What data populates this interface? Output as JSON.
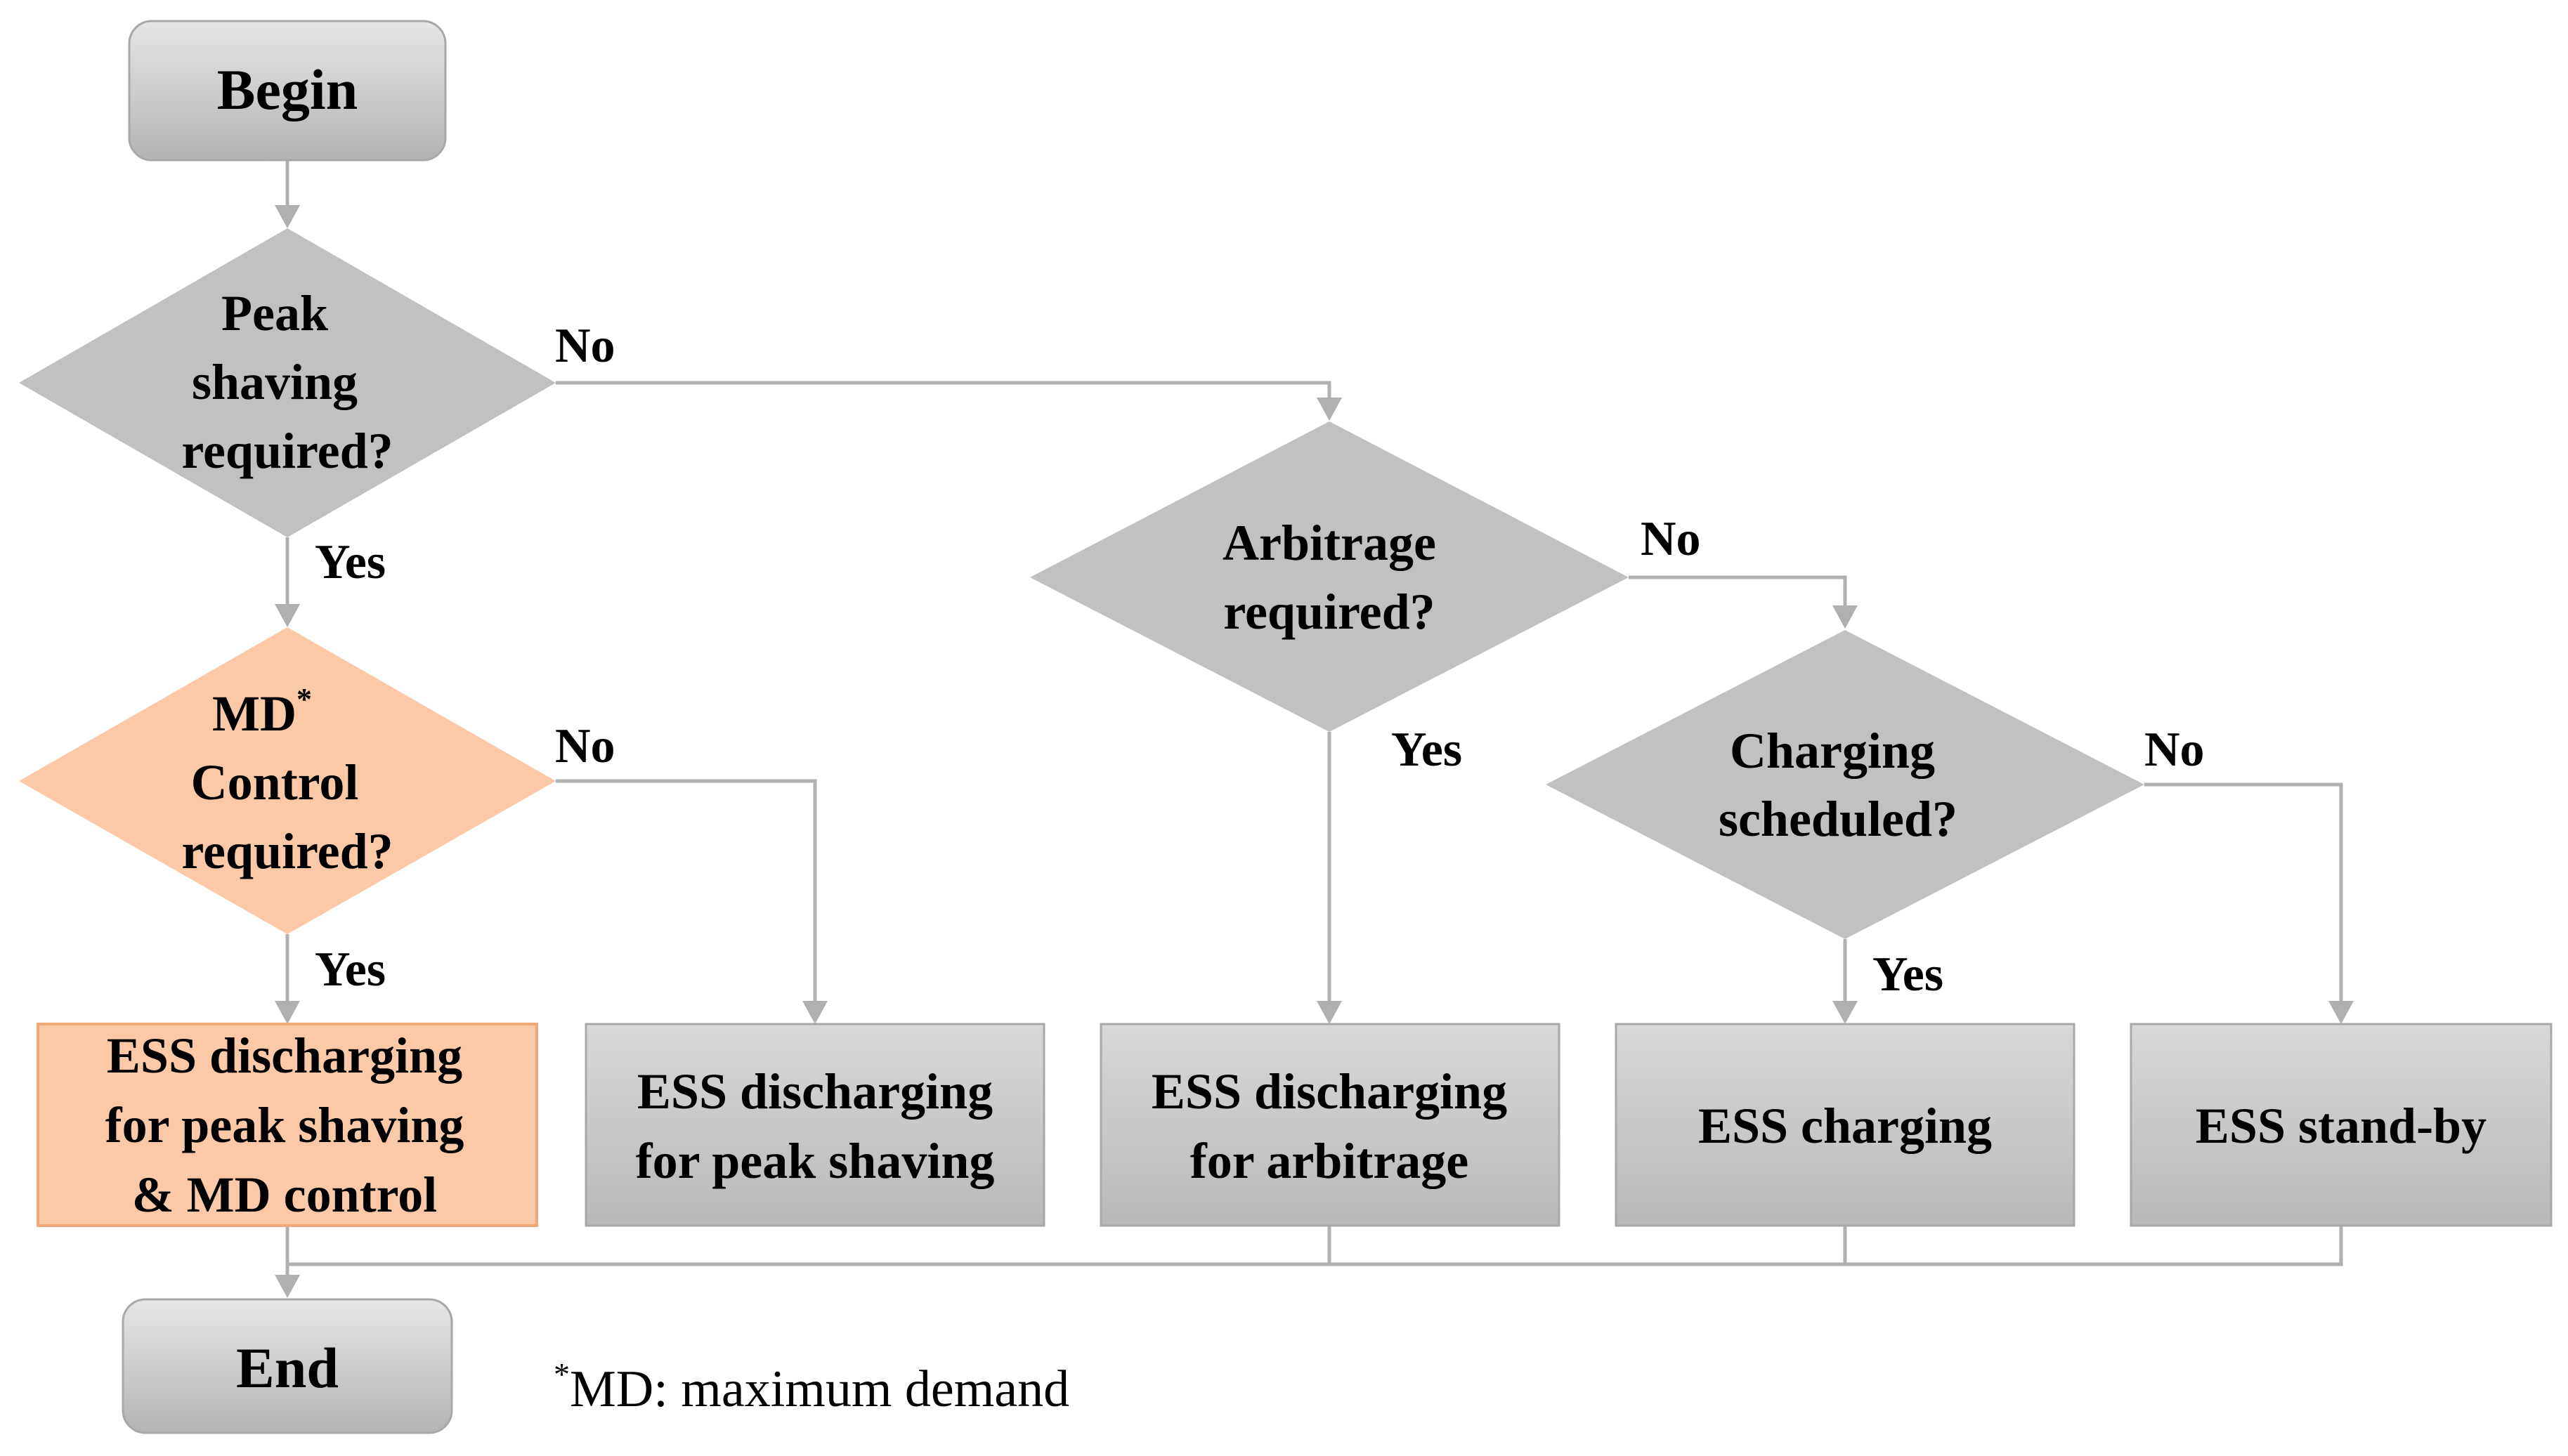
{
  "nodes": {
    "begin": {
      "label": "Begin"
    },
    "peak_shaving_decision": {
      "lines": [
        "Peak",
        "shaving",
        "required?"
      ]
    },
    "md_control_decision": {
      "line1": "MD",
      "line1_sup": "*",
      "line2": "Control",
      "line3": "required?"
    },
    "arbitrage_decision": {
      "lines": [
        "Arbitrage",
        "required?"
      ]
    },
    "charging_decision": {
      "lines": [
        "Charging",
        "scheduled?"
      ]
    },
    "discharge_peak_md": {
      "lines": [
        "ESS discharging",
        "for peak shaving",
        "& MD control"
      ]
    },
    "discharge_peak": {
      "lines": [
        "ESS discharging",
        "for peak shaving"
      ]
    },
    "discharge_arbitrage": {
      "lines": [
        "ESS discharging",
        "for arbitrage"
      ]
    },
    "charging": {
      "label": "ESS charging"
    },
    "standby": {
      "label": "ESS stand-by"
    },
    "end": {
      "label": "End"
    }
  },
  "edge_labels": {
    "peak_no": "No",
    "peak_yes": "Yes",
    "md_no": "No",
    "md_yes": "Yes",
    "arbitrage_no": "No",
    "arbitrage_yes": "Yes",
    "charging_no": "No",
    "charging_yes": "Yes"
  },
  "footnote": {
    "sup": "*",
    "text": "MD: maximum demand"
  },
  "colors": {
    "gray_fill_light": "#e3e3e3",
    "gray_fill_dark": "#b5b5b5",
    "highlight_fill": "#fbc9a7",
    "highlight_border": "#f0a878",
    "connector": "#b0b0b0",
    "box_border": "#a8a8a8"
  }
}
